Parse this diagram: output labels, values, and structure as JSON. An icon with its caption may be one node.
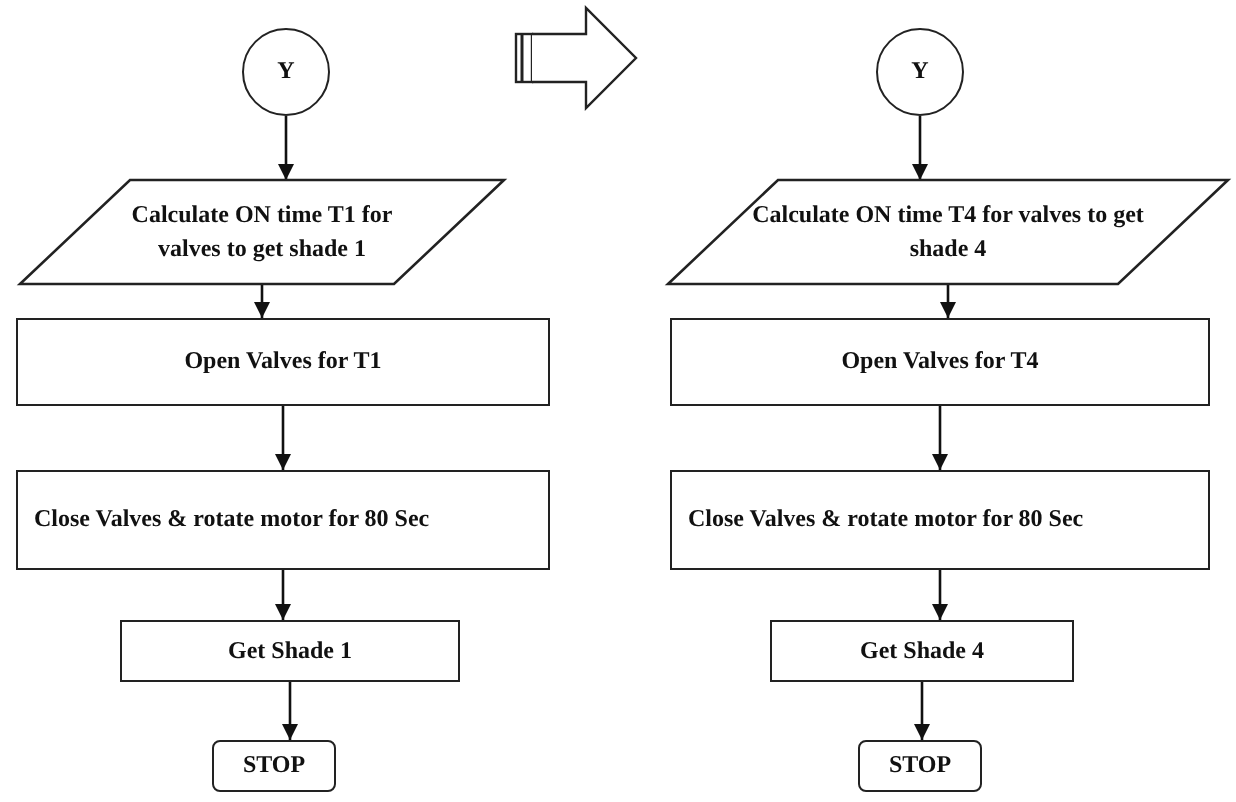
{
  "diagram": {
    "nodes": [
      {
        "text": [
          "Y"
        ]
      },
      {
        "text": [
          "Calculate ON time T1 for valves to get shade 1"
        ]
      },
      {
        "text": [
          "Open Valves for T1"
        ]
      },
      {
        "text": [
          "Close Valves & rotate motor for 80 Sec"
        ]
      },
      {
        "text": [
          "Get Shade 1"
        ]
      },
      {
        "text": [
          "STOP"
        ]
      },
      {
        "text": [
          "Y"
        ]
      },
      {
        "text": [
          "Calculate ON time T4 for valves to get shade 4"
        ]
      },
      {
        "text": [
          "Open Valves for T4"
        ]
      },
      {
        "text": [
          "Close Valves & rotate motor for 80 Sec"
        ]
      },
      {
        "text": [
          "Get Shade 4"
        ]
      },
      {
        "text": [
          "STOP"
        ]
      }
    ],
    "edges": [
      {
        "from": 0,
        "to": 1,
        "arrow": "to"
      },
      {
        "from": 1,
        "to": 2,
        "arrow": "to"
      },
      {
        "from": 2,
        "to": 3,
        "arrow": "to"
      },
      {
        "from": 3,
        "to": 4,
        "arrow": "to"
      },
      {
        "from": 4,
        "to": 5,
        "arrow": "to"
      },
      {
        "from": 6,
        "to": 7,
        "arrow": "to"
      },
      {
        "from": 7,
        "to": 8,
        "arrow": "to"
      },
      {
        "from": 8,
        "to": 9,
        "arrow": "to"
      },
      {
        "from": 9,
        "to": 10,
        "arrow": "to"
      },
      {
        "from": 10,
        "to": 11,
        "arrow": "to"
      }
    ]
  }
}
